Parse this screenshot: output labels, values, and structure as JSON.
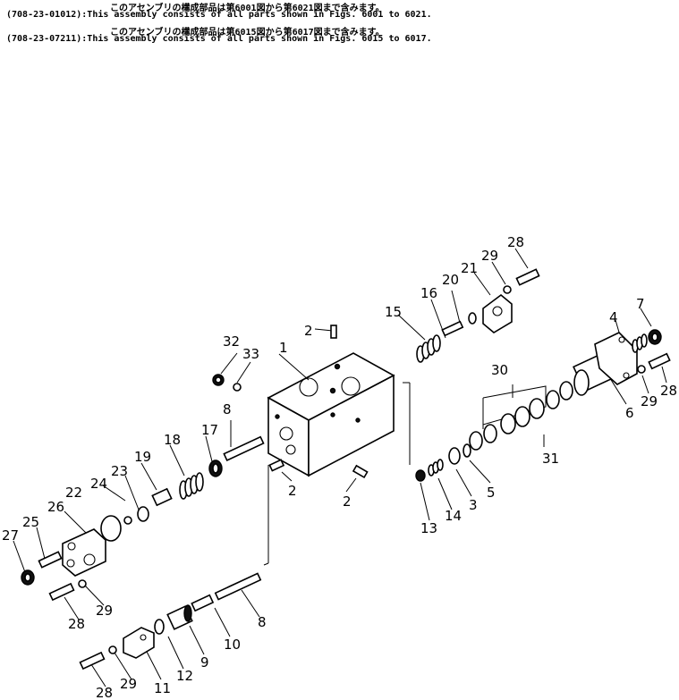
{
  "header": {
    "line1_jp": "このアセンブリの構成部品は第6001図から第6021図まで含みます。",
    "line1": "(708-23-01012):This assembly consists of all parts shown in Figs. 6001 to 6021.",
    "line2_jp": "このアセンブリの構成部品は第6015図から第6017図まで含みます。",
    "line2": "(708-23-07211):This assembly consists of all parts shown in Figs. 6015 to 6017."
  },
  "callouts": {
    "c1": "1",
    "c2a": "2",
    "c2b": "2",
    "c2c": "2",
    "c3": "3",
    "c4": "4",
    "c5": "5",
    "c6": "6",
    "c7": "7",
    "c8a": "8",
    "c8b": "8",
    "c9": "9",
    "c10": "10",
    "c11": "11",
    "c12": "12",
    "c13": "13",
    "c14": "14",
    "c15": "15",
    "c16": "16",
    "c17": "17",
    "c18": "18",
    "c19": "19",
    "c20": "20",
    "c21": "21",
    "c22": "22",
    "c23": "23",
    "c24": "24",
    "c25": "25",
    "c26": "26",
    "c27": "27",
    "c28a": "28",
    "c28b": "28",
    "c28c": "28",
    "c28d": "28",
    "c29a": "29",
    "c29b": "29",
    "c29c": "29",
    "c29d": "29",
    "c30": "30",
    "c31": "31",
    "c32": "32",
    "c33": "33"
  }
}
